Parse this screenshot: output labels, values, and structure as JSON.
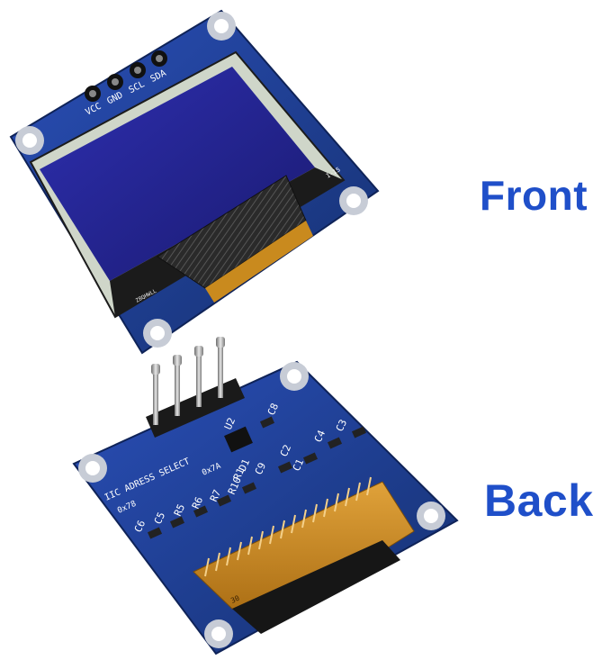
{
  "labels": {
    "front": "Front",
    "back": "Back"
  },
  "front_module": {
    "pin_labels": [
      "VCC",
      "GND",
      "SCL",
      "SDA"
    ],
    "corner_mark": "1-15",
    "ribbon_mark": "ZBQHWLL"
  },
  "back_module": {
    "select_title": "IIC ADRESS SELECT",
    "address_left": "0x78",
    "address_right": "0x7A",
    "components_top": [
      "U2",
      "C8",
      "C4",
      "C3",
      "C2",
      "C1"
    ],
    "components_row": [
      "C6",
      "C5",
      "R5",
      "R6",
      "R7",
      "R10",
      "R1",
      "D1",
      "C9"
    ],
    "flex_mark": "30"
  },
  "colors": {
    "pcb_blue": "#1f3f9e",
    "pcb_dark": "#132b73",
    "screen": "#24238f",
    "label_blue": "#1f4fc9",
    "ribbon_amber": "#c98a1e"
  }
}
